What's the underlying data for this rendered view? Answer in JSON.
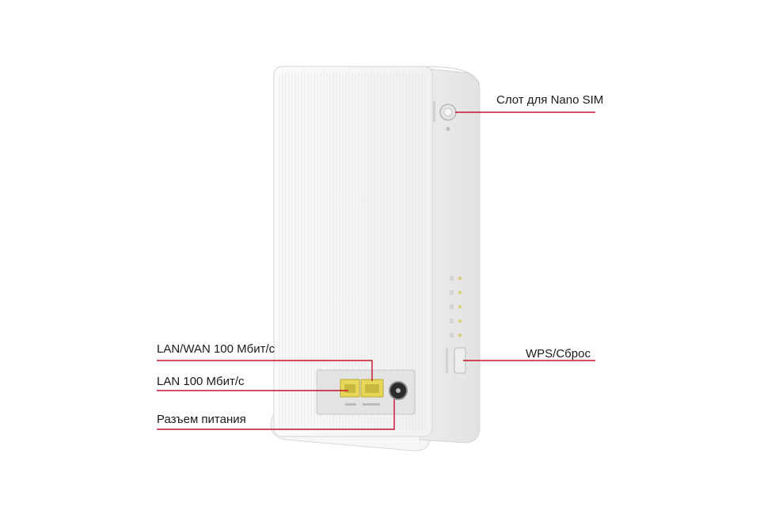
{
  "labels": {
    "sim_slot": "Слот для Nano SIM",
    "wps_reset": "WPS/Сброс",
    "lan_wan": "LAN/WAN 100 Мбит/с",
    "lan": "LAN 100 Мбит/с",
    "power": "Разъем питания"
  },
  "colors": {
    "callout_line": "#c8102e",
    "device_body": "#f4f4f4",
    "device_front": "#f9f9f9",
    "port_yellow": "#e8d85a",
    "led": "#d8d27a"
  },
  "led_count": 5
}
